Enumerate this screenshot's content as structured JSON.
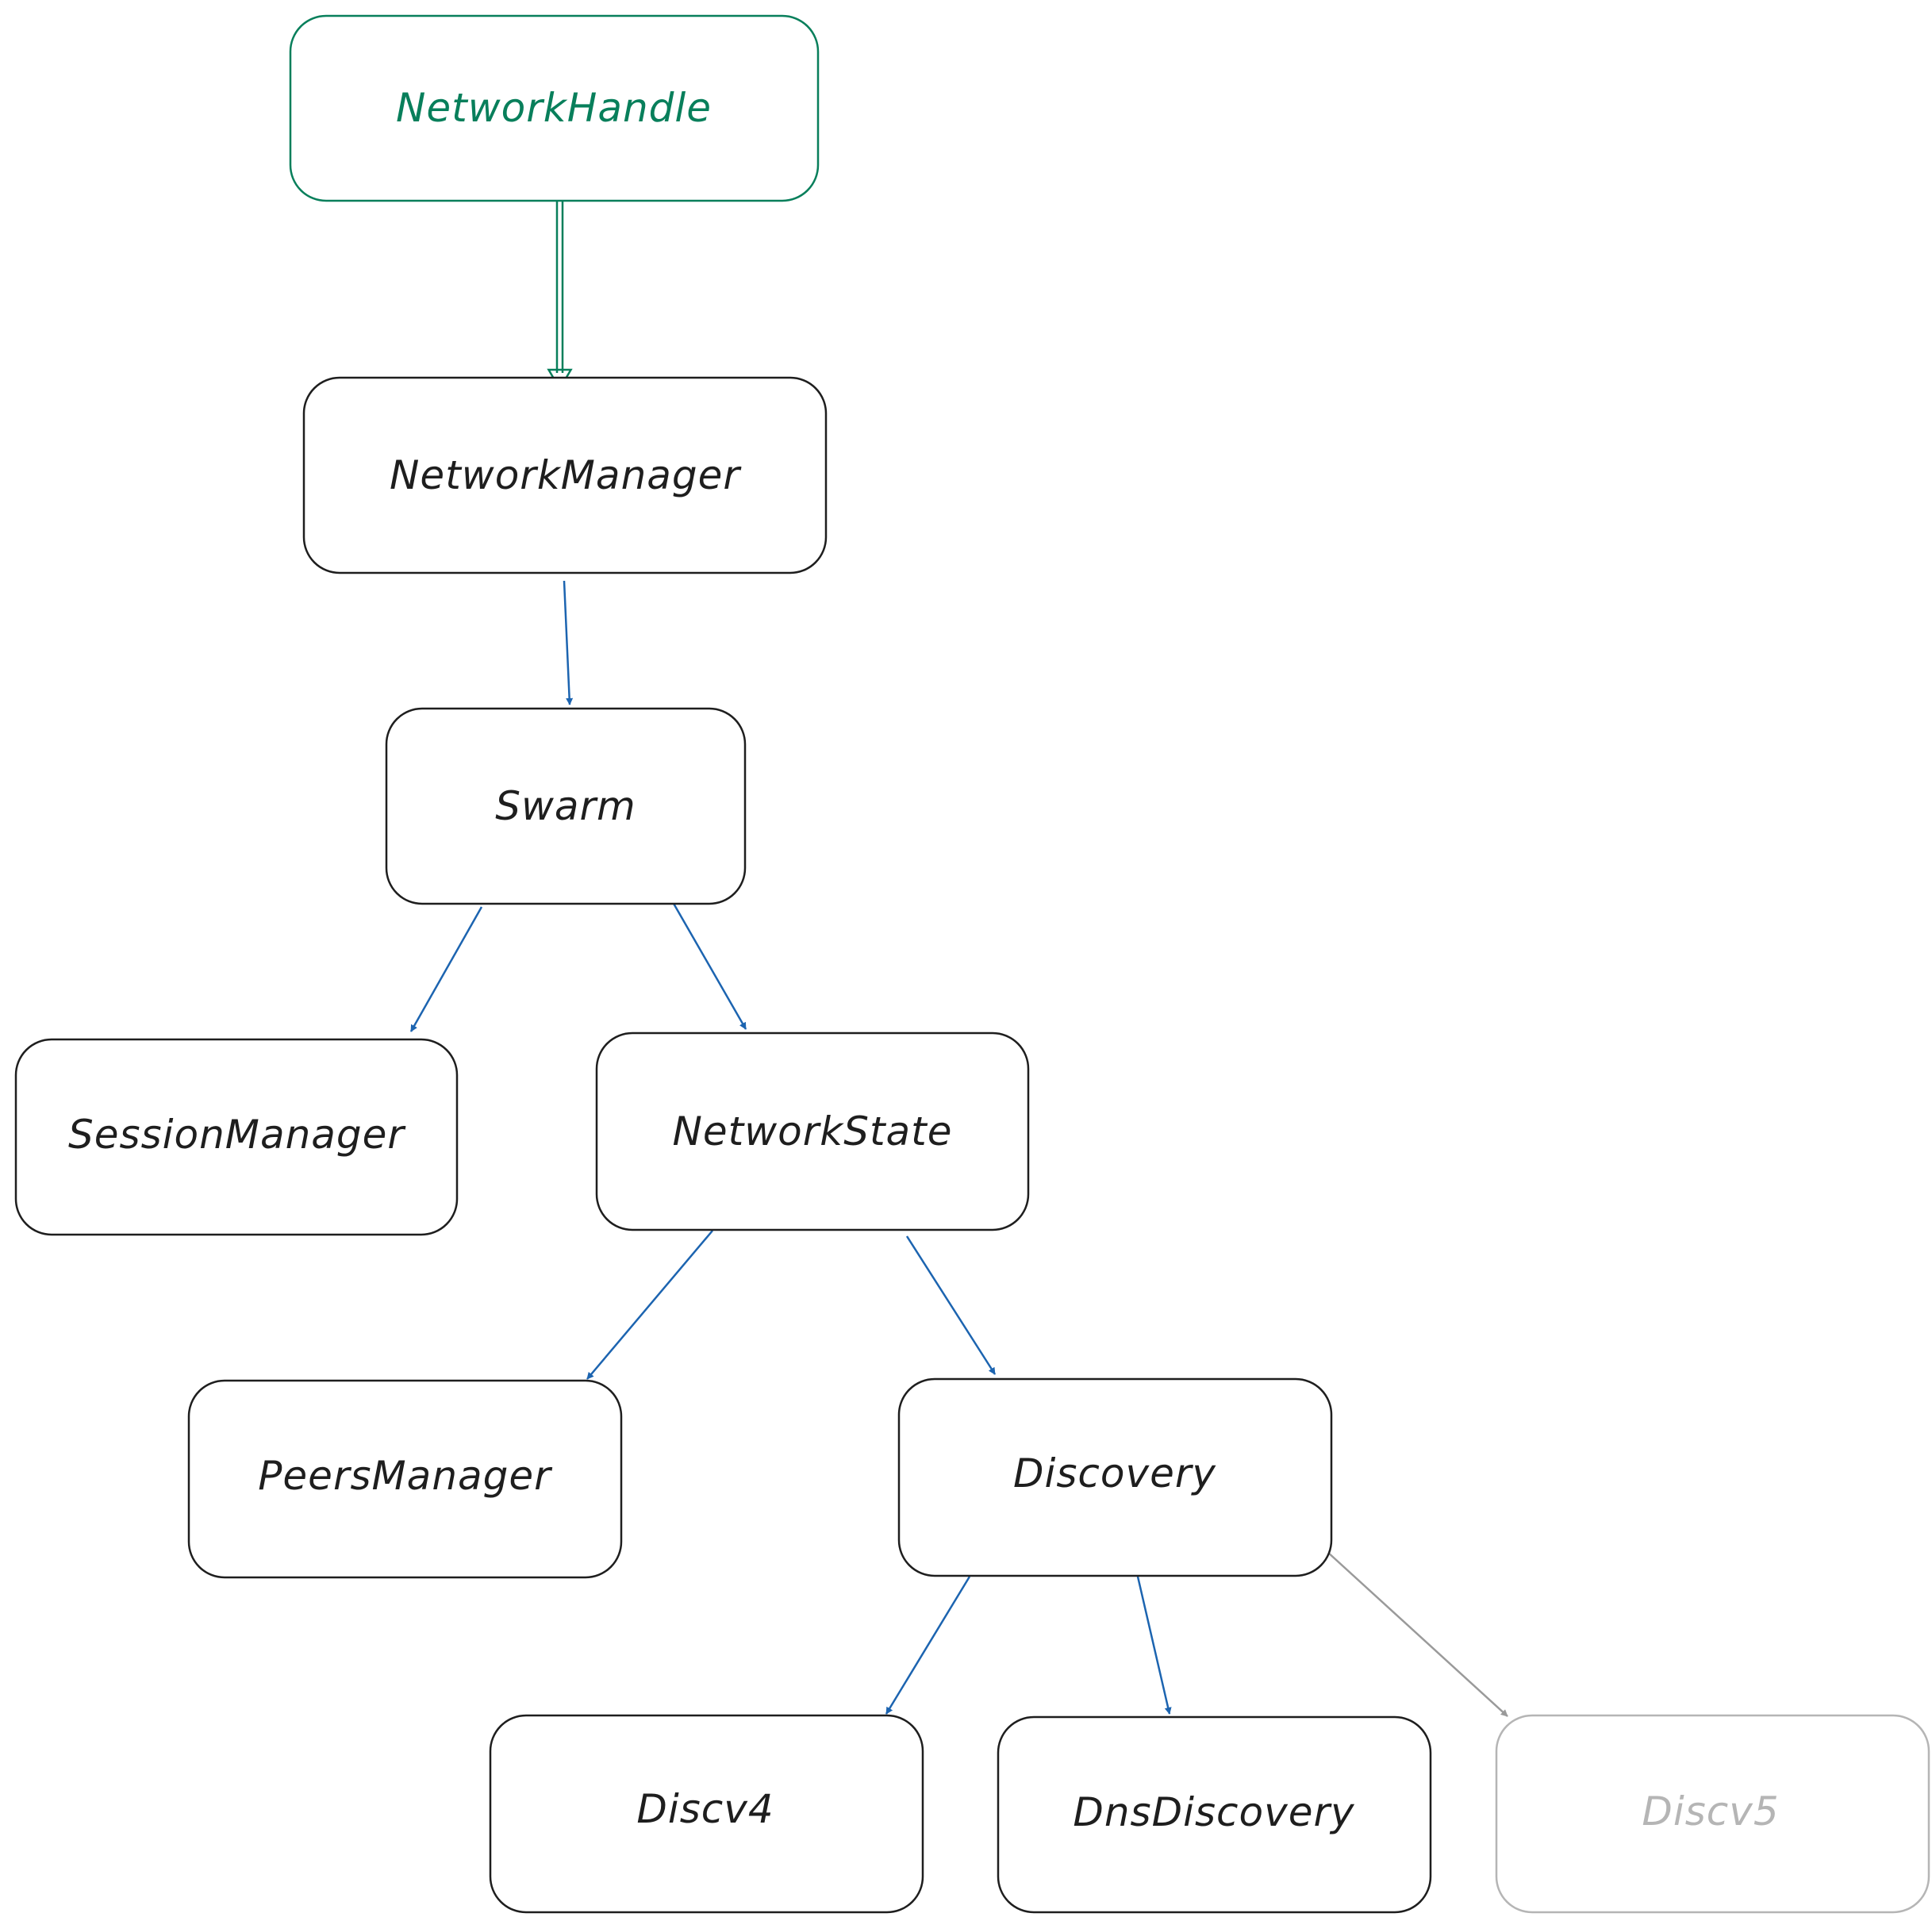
{
  "diagram": {
    "nodes": [
      {
        "id": "network-handle",
        "label": "NetworkHandle",
        "variant": "highlight"
      },
      {
        "id": "network-manager",
        "label": "NetworkManager",
        "variant": "normal"
      },
      {
        "id": "swarm",
        "label": "Swarm",
        "variant": "normal"
      },
      {
        "id": "session-manager",
        "label": "SessionManager",
        "variant": "normal"
      },
      {
        "id": "network-state",
        "label": "NetworkState",
        "variant": "normal"
      },
      {
        "id": "peers-manager",
        "label": "PeersManager",
        "variant": "normal"
      },
      {
        "id": "discovery",
        "label": "Discovery",
        "variant": "normal"
      },
      {
        "id": "discv4",
        "label": "Discv4",
        "variant": "normal"
      },
      {
        "id": "dns-discovery",
        "label": "DnsDiscovery",
        "variant": "normal"
      },
      {
        "id": "discv5",
        "label": "Discv5",
        "variant": "muted"
      }
    ],
    "edges": [
      {
        "from": "network-handle",
        "to": "network-manager",
        "variant": "highlight"
      },
      {
        "from": "network-manager",
        "to": "swarm",
        "variant": "normal"
      },
      {
        "from": "swarm",
        "to": "session-manager",
        "variant": "normal"
      },
      {
        "from": "swarm",
        "to": "network-state",
        "variant": "normal"
      },
      {
        "from": "network-state",
        "to": "peers-manager",
        "variant": "normal"
      },
      {
        "from": "network-state",
        "to": "discovery",
        "variant": "normal"
      },
      {
        "from": "discovery",
        "to": "discv4",
        "variant": "normal"
      },
      {
        "from": "discovery",
        "to": "dns-discovery",
        "variant": "normal"
      },
      {
        "from": "discovery",
        "to": "discv5",
        "variant": "muted"
      }
    ],
    "colors": {
      "highlight": "#087f5b",
      "normal_stroke": "#1e1e1e",
      "normal_text": "#1e1e1e",
      "muted": "#b5b5b5",
      "edge_normal": "#1c64b0",
      "edge_muted": "#9a9a9a"
    }
  }
}
